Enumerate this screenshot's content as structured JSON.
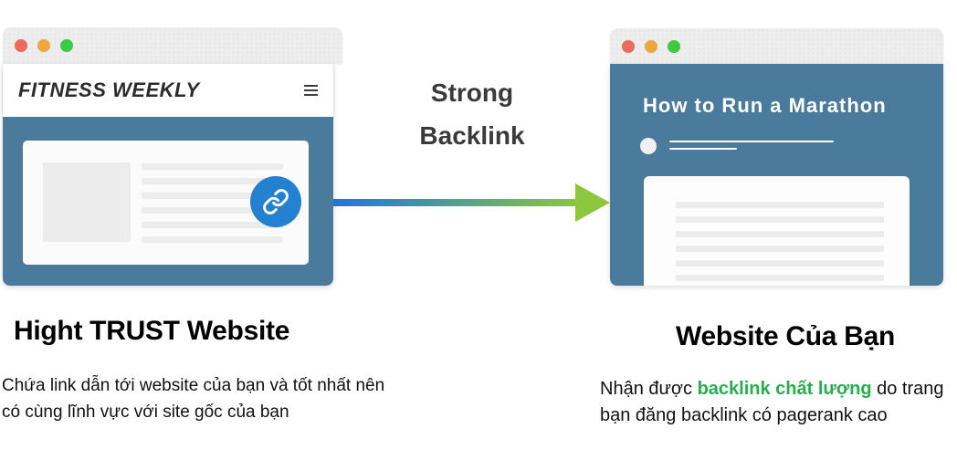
{
  "diagram": {
    "connector_label": {
      "line1": "Strong",
      "line2": "Backlink"
    }
  },
  "source_window": {
    "brand": "FITNESS WEEKLY",
    "window_controls": [
      "close",
      "minimize",
      "maximize"
    ],
    "menu_icon": "hamburger-menu",
    "backlink_icon": "link-chain",
    "article_placeholder_lines": 6
  },
  "target_window": {
    "article_title": "How to Run a Marathon",
    "window_controls": [
      "close",
      "minimize",
      "maximize"
    ],
    "article_placeholder_lines": 6
  },
  "source_caption": {
    "heading": "Hight TRUST Website",
    "description": "Chứa link dẫn tới website của bạn và tốt nhất nên có cùng lĩnh vực với site gốc của bạn"
  },
  "target_caption": {
    "heading": "Website Của Bạn",
    "description_prefix": "Nhận được ",
    "description_highlight": "backlink chất lượng",
    "description_suffix": " do trang bạn đăng backlink có pagerank cao"
  },
  "colors": {
    "window_body_blue": "#4a7b9c",
    "titlebar_gray": "#ededed",
    "dot_red": "#ed6a5e",
    "dot_yellow": "#eea63f",
    "dot_green": "#3dc944",
    "link_badge_blue": "#2381cf",
    "arrow_gradient_start": "#1d76dd",
    "arrow_gradient_end": "#8dc63f",
    "highlight_green": "#27ae4e",
    "label_dark": "#3b3a3a"
  }
}
